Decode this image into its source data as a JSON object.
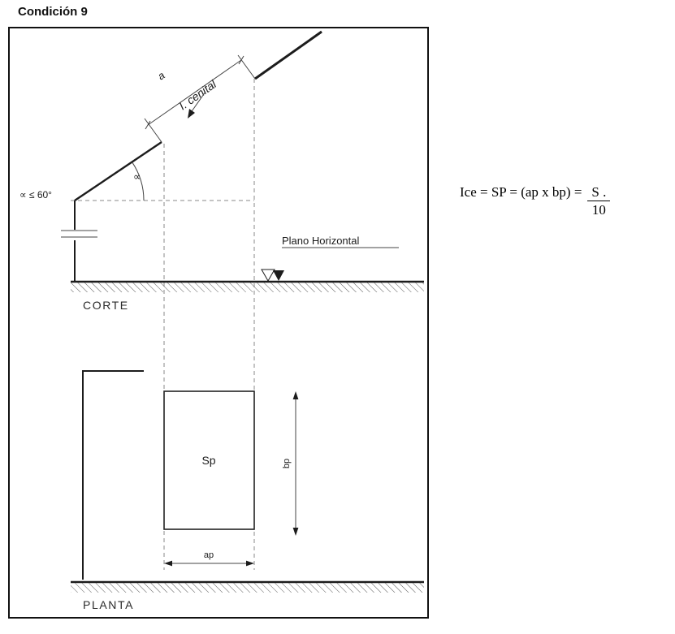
{
  "title": "Condición 9",
  "formula": {
    "lhs": "Ice = SP = (ap x bp) =",
    "numerator": "S .",
    "denominator": "10"
  },
  "corte": {
    "label": "CORTE",
    "angle_note": "∝ ≤ 60°",
    "angle_symbol": "∝",
    "dim_a": "a",
    "cenital": "I. cenital",
    "plano_horizontal": "Plano Horizontal"
  },
  "planta": {
    "label": "PLANTA",
    "sp": "Sp",
    "bp": "bp",
    "ap": "ap"
  }
}
